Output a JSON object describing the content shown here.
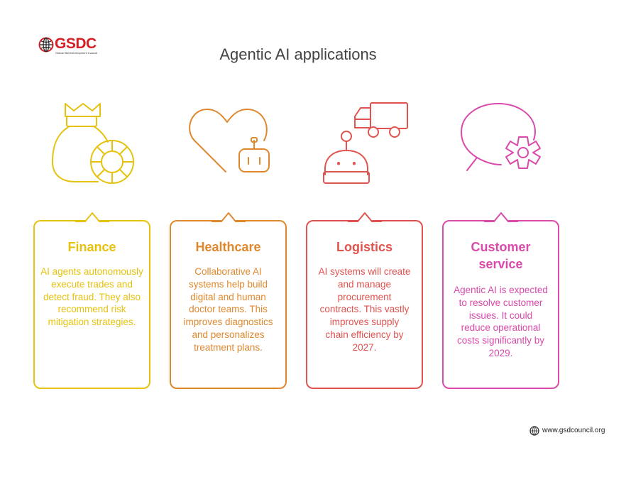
{
  "header": {
    "logo_text": "GSDC",
    "logo_tagline": "Global Skill Development Council",
    "title": "Agentic AI applications"
  },
  "colors": {
    "finance": "#e6c20f",
    "healthcare": "#e0882e",
    "logistics": "#e0534f",
    "customer_service": "#d94aaa",
    "brand": "#d31f26"
  },
  "cards": [
    {
      "title": "Finance",
      "icon": "money-bag-coin-icon",
      "body": "AI agents autonomously execute trades and detect fraud. They also recommend risk mitigation strategies."
    },
    {
      "title": "Healthcare",
      "icon": "heart-robot-icon",
      "body": "Collaborative AI systems help build digital and human doctor teams. This improves diagnostics and personalizes treatment plans."
    },
    {
      "title": "Logistics",
      "icon": "robot-truck-icon",
      "body": "AI systems will create and manage procurement contracts. This vastly improves supply chain efficiency by 2027."
    },
    {
      "title": "Customer service",
      "icon": "chat-gear-icon",
      "body": "Agentic AI is expected to resolve customer issues. It could reduce operational costs significantly by 2029."
    }
  ],
  "footer": {
    "website": "www.gsdcouncil.org",
    "icon": "web-globe-icon"
  }
}
